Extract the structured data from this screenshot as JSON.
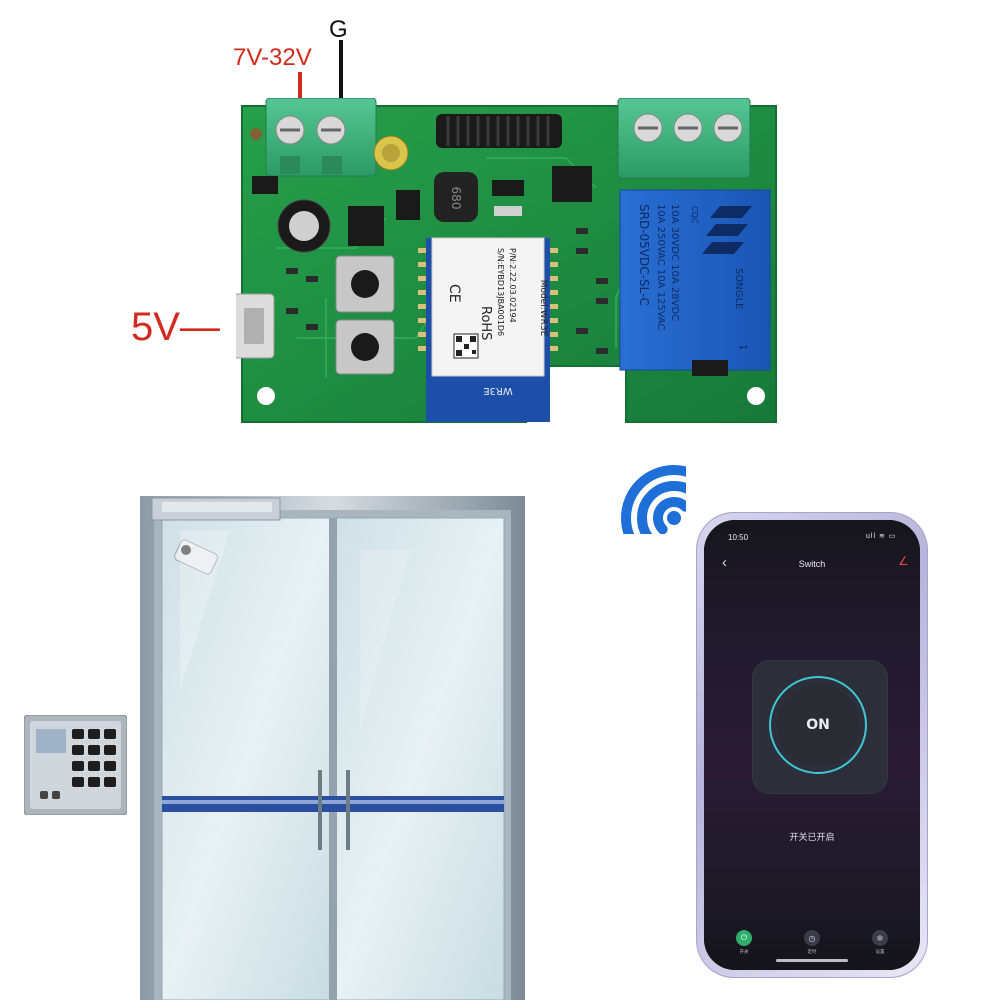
{
  "labels": {
    "input_voltage": "7V-32V",
    "ground": "G",
    "usb_power": "5V—"
  },
  "pcb": {
    "module_model": "Model:WR3E",
    "module_pn": "P/N:2.22.03.02194",
    "module_sn": "S/N:EYBD13JBA001D6",
    "module_rohs": "RoHS",
    "module_ce": "CE",
    "antenna_label": "WR3E",
    "inductor": "680",
    "relay_brand": "SONGLE",
    "relay_rating_1": "10A 250VAC  10A 125VAC",
    "relay_rating_2": "10A 30VDC   10A 28VDC",
    "relay_model": "SRD-05VDC-SL-C",
    "relay_cqc": "CQC",
    "relay_pin": "1"
  },
  "phone": {
    "status_time": "10:50",
    "status_icons": "ull ≋ ▭",
    "back_icon": "‹",
    "title": "Switch",
    "edit_icon": "∠",
    "switch_state": "ON",
    "status_text": "开关已开启",
    "tabs": [
      {
        "label": "开关",
        "icon": "power-icon",
        "active": true
      },
      {
        "label": "定时",
        "icon": "timer-icon",
        "active": false
      },
      {
        "label": "设置",
        "icon": "settings-icon",
        "active": false
      }
    ]
  },
  "colors": {
    "label_red": "#d32a1f",
    "pcb_green": "#1f8a3e",
    "terminal_green": "#3bb37d",
    "relay_blue": "#1d5fc4",
    "wifi_blue": "#1f6fd8",
    "switch_ring": "#3fc7d8"
  }
}
